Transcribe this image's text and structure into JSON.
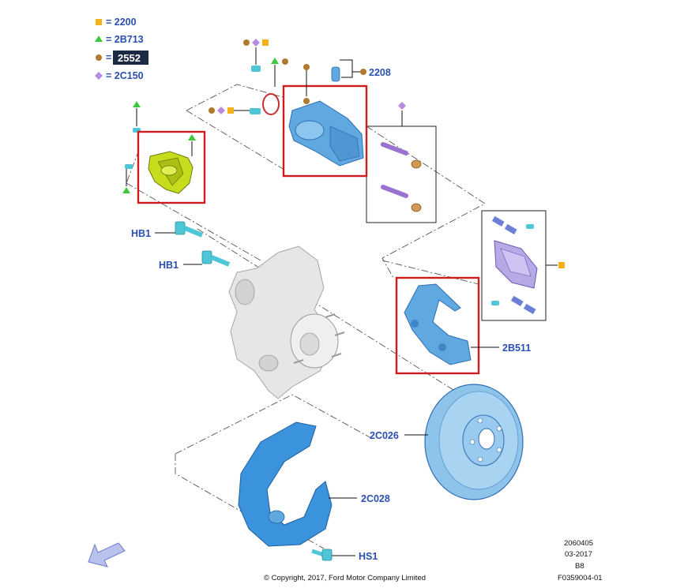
{
  "legend": [
    {
      "symbol": "square",
      "color": "#f3b21a",
      "text": "= 2200"
    },
    {
      "symbol": "triangle",
      "color": "#3cc83c",
      "text": "= 2B713"
    },
    {
      "symbol": "circle",
      "color": "#b07a2e",
      "text": "= ",
      "code": "2552"
    },
    {
      "symbol": "diamond",
      "color": "#b98be0",
      "text": "= 2C150"
    }
  ],
  "labels": {
    "p2208": "2208",
    "hb1_a": "HB1",
    "hb1_b": "HB1",
    "p2b511": "2B511",
    "p2c026": "2C026",
    "p2c028": "2C028",
    "hs1": "HS1"
  },
  "meta": {
    "code1": "2060405",
    "date": "03-2017",
    "rev": "B8",
    "fig": "F0359004-01",
    "copyright": "© Copyright, 2017, Ford Motor Company Limited"
  },
  "colors": {
    "part_blue": "#5fa8e0",
    "part_blue_dark": "#2f6fb5",
    "bolt_cyan": "#4ec6d6",
    "pin_purple": "#9a72d2",
    "caliper_green": "#c8dc1e",
    "highlight_red": "#d01c1c",
    "knuckle_grey": "#e6e6e6"
  }
}
